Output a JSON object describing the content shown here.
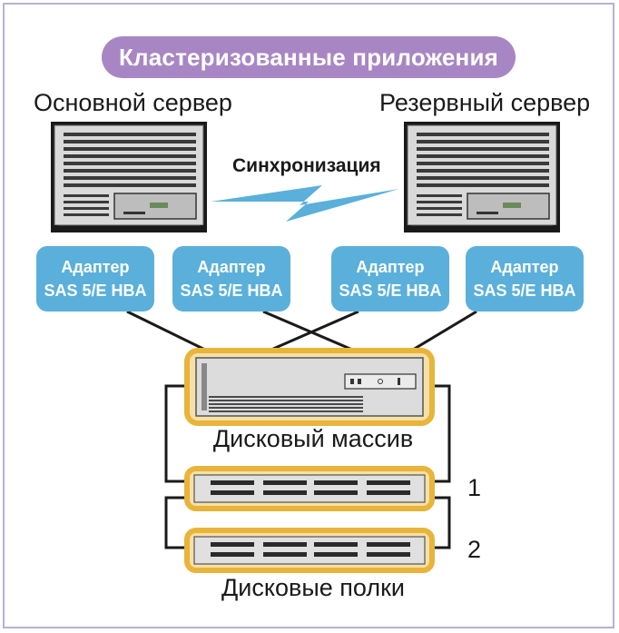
{
  "title": "Кластеризованные приложения",
  "primary_server": {
    "label": "Основной сервер"
  },
  "backup_server": {
    "label": "Резервный сервер"
  },
  "sync": {
    "label": "Синхронизация"
  },
  "adapters": [
    {
      "line1": "Адаптер",
      "line2": "SAS 5/E HBA"
    },
    {
      "line1": "Адаптер",
      "line2": "SAS 5/E HBA"
    },
    {
      "line1": "Адаптер",
      "line2": "SAS 5/E HBA"
    },
    {
      "line1": "Адаптер",
      "line2": "SAS 5/E HBA"
    }
  ],
  "disk_array": {
    "label": "Дисковый массив"
  },
  "disk_shelves": {
    "label": "Дисковые полки",
    "numbers": [
      "1",
      "2"
    ]
  },
  "colors": {
    "title_pill": "#a886c3",
    "adapter": "#5ab0da",
    "storage_border": "#e8b43a",
    "storage_fill": "#f5e0a8",
    "sync_bolt": "#5ab0da",
    "frame": "#b8b0d6"
  }
}
